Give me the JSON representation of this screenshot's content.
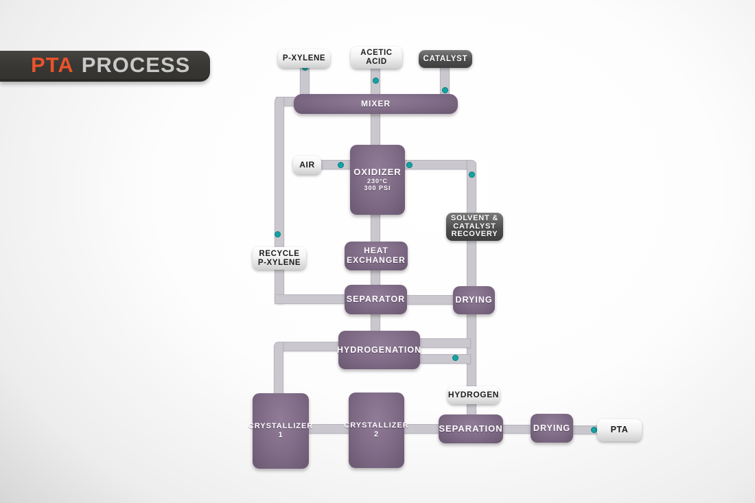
{
  "title": {
    "part1": "PTA",
    "part2": "PROCESS",
    "accent_color": "#e9532b",
    "secondary_color": "#c9c9c9",
    "banner_color": "#36352f"
  },
  "colors": {
    "node_purple": "#7d6a84",
    "pipe_gray": "#cac8ce",
    "junction_dot_teal": "#17a1a3",
    "dark_label_gray": "#4c4c4c",
    "white_label": "#f2f2f2"
  },
  "nodes": {
    "p_xylene": {
      "label": "P-XYLENE"
    },
    "acetic_acid": {
      "line1": "ACETIC",
      "line2": "ACID"
    },
    "catalyst": {
      "label": "CATALYST"
    },
    "mixer": {
      "label": "MIXER"
    },
    "air": {
      "label": "AIR"
    },
    "oxidizer": {
      "label": "OXIDIZER",
      "temp": "230°C",
      "pressure": "300 PSI"
    },
    "solvent_recovery": {
      "line1": "SOLVENT &",
      "line2": "CATALYST",
      "line3": "RECOVERY"
    },
    "recycle_p_xylene": {
      "line1": "RECYCLE",
      "line2": "P-XYLENE"
    },
    "heat_exchanger": {
      "line1": "HEAT",
      "line2": "EXCHANGER"
    },
    "separator": {
      "label": "SEPARATOR"
    },
    "drying_top": {
      "label": "DRYING"
    },
    "hydrogenation": {
      "label": "HYDROGENATION"
    },
    "hydrogen": {
      "label": "HYDROGEN"
    },
    "crystallizer_1": {
      "line1": "CRYSTALLIZER",
      "line2": "1"
    },
    "crystallizer_2": {
      "line1": "CRYSTALLIZER",
      "line2": "2"
    },
    "separation": {
      "label": "SEPARATION"
    },
    "drying_bottom": {
      "label": "DRYING"
    },
    "pta": {
      "label": "PTA"
    }
  }
}
